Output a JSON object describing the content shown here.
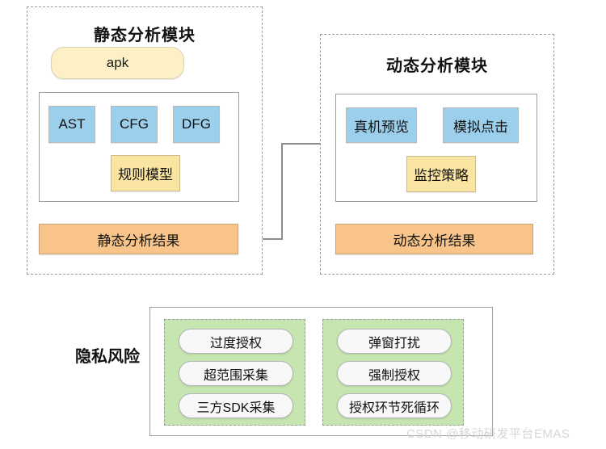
{
  "modules": {
    "static": {
      "title": "静态分析模块",
      "input": {
        "label": "apk"
      },
      "tiles": [
        {
          "label": "AST"
        },
        {
          "label": "CFG"
        },
        {
          "label": "DFG"
        }
      ],
      "rule": {
        "label": "规则模型"
      },
      "result": {
        "label": "静态分析结果"
      }
    },
    "dynamic": {
      "title": "动态分析模块",
      "tiles": [
        {
          "label": "真机预览"
        },
        {
          "label": "模拟点击"
        }
      ],
      "policy": {
        "label": "监控策略"
      },
      "result": {
        "label": "动态分析结果"
      }
    }
  },
  "privacy": {
    "label": "隐私风险",
    "groups": [
      {
        "items": [
          {
            "label": "过度授权"
          },
          {
            "label": "超范围采集"
          },
          {
            "label": "三方SDK采集"
          }
        ]
      },
      {
        "items": [
          {
            "label": "弹窗打扰"
          },
          {
            "label": "强制授权"
          },
          {
            "label": "授权环节死循环"
          }
        ]
      }
    ]
  },
  "watermark": {
    "text": "CSDN @移动研发平台EMAS"
  },
  "colors": {
    "blue_tile": "#9ccfec",
    "yellow_tile": "#fae4a2",
    "pill_yellow": "#fdf0c6",
    "orange_bar": "#f8c489",
    "green_group": "#c6e5b1",
    "border_gray": "#9e9e9e",
    "connector_gray": "#8c8c8c"
  },
  "icons": {
    "arrow_down": "arrow-down-icon",
    "arrow_right": "arrow-right-icon"
  }
}
